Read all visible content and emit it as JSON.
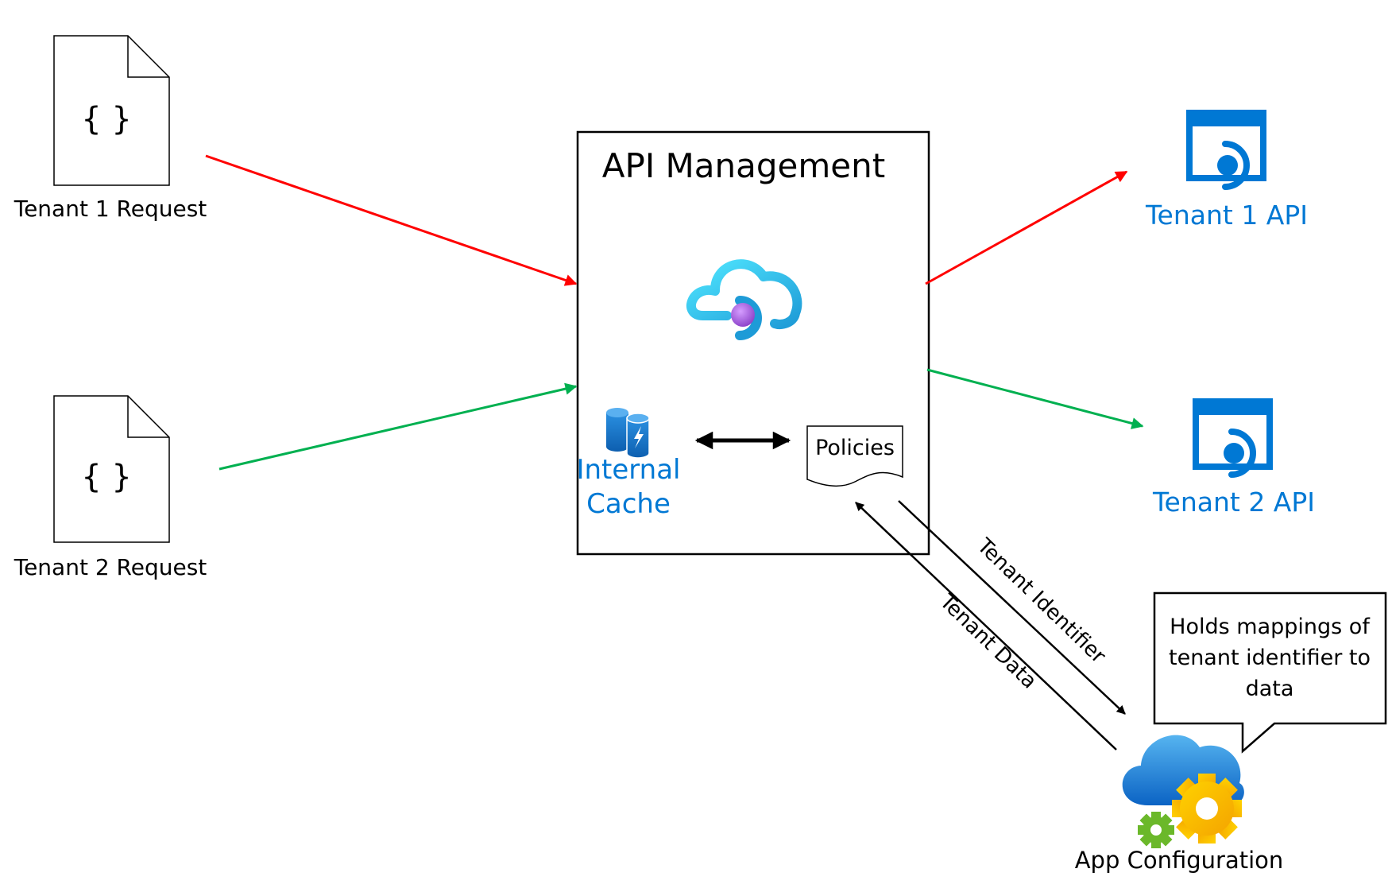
{
  "apim": {
    "title": "API Management",
    "cache_line1": "Internal",
    "cache_line2": "Cache",
    "policies_label": "Policies"
  },
  "requests": [
    {
      "label": "Tenant 1 Request",
      "icon_glyph": "{ }"
    },
    {
      "label": "Tenant 2 Request",
      "icon_glyph": "{ }"
    }
  ],
  "apis": [
    {
      "label": "Tenant 1 API"
    },
    {
      "label": "Tenant 2 API"
    }
  ],
  "flows": {
    "tenant_identifier": "Tenant Identifier",
    "tenant_data": "Tenant Data"
  },
  "app_config": {
    "label": "App Configuration",
    "callout_line1": "Holds mappings of",
    "callout_line2": "tenant identifier to",
    "callout_line3": "data"
  },
  "colors": {
    "tenant1_arrow": "#ff0000",
    "tenant2_arrow": "#00b050",
    "azure_blue": "#0078d4",
    "black": "#000000"
  },
  "icons": {
    "request": "json-document-icon",
    "apim": "api-management-cloud-icon",
    "cache": "cache-cylinder-icon",
    "api": "api-endpoint-icon",
    "app_config": "app-configuration-icon"
  }
}
